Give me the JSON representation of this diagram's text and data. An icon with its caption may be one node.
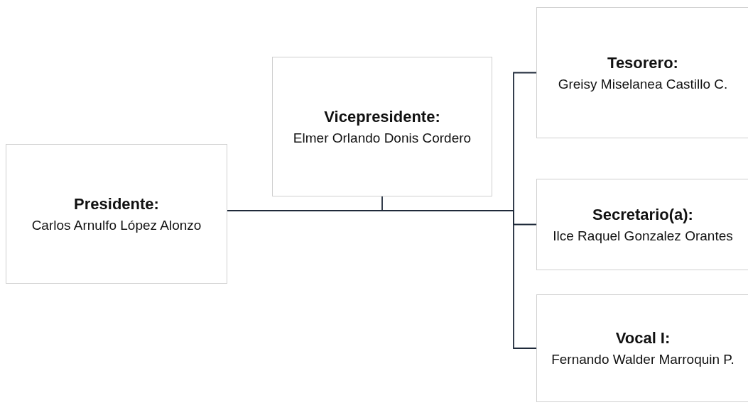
{
  "diagram": {
    "nodes": [
      {
        "text": [
          "Presidente:",
          "Carlos Arnulfo López Alonzo"
        ]
      },
      {
        "text": [
          "Vicepresidente:",
          "Elmer Orlando Donis Cordero"
        ]
      },
      {
        "text": [
          "Tesorero:",
          "Greisy Miselanea Castillo C."
        ]
      },
      {
        "text": [
          "Secretario(a):",
          "Ilce Raquel Gonzalez Orantes"
        ]
      },
      {
        "text": [
          "Vocal I:",
          "Fernando Walder Marroquin P."
        ]
      }
    ],
    "edges": [
      {
        "from": 0,
        "to": 1,
        "arrow": "none"
      },
      {
        "from": 0,
        "to": 2,
        "arrow": "none"
      },
      {
        "from": 0,
        "to": 3,
        "arrow": "none"
      },
      {
        "from": 0,
        "to": 4,
        "arrow": "none"
      }
    ]
  }
}
